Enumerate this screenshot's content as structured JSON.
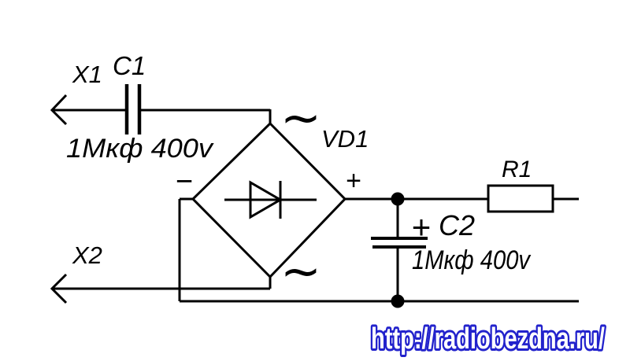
{
  "canvas": {
    "background": "#ffffff",
    "line_color": "#000000"
  },
  "terminals": {
    "x1": {
      "label": "X1"
    },
    "x2": {
      "label": "X2"
    }
  },
  "capacitor_c1": {
    "ref": "C1",
    "value": "1Мкф 400v"
  },
  "bridge": {
    "ref": "VD1",
    "plus": "+",
    "minus": "−",
    "ac_top": "~",
    "ac_bottom": "~"
  },
  "capacitor_c2": {
    "ref": "C2",
    "plus": "+",
    "value": "1Мкф 400v"
  },
  "resistor_r1": {
    "ref": "R1"
  },
  "watermark": {
    "url": "http://radiobezdna.ru/",
    "outline_color": "#2222cc",
    "fill_color": "#ffffff"
  }
}
